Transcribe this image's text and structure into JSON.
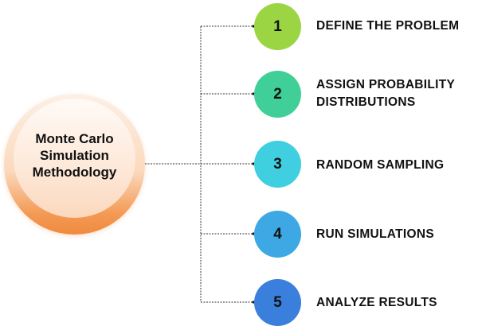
{
  "hub": {
    "title_lines": [
      "Monte Carlo",
      "Simulation",
      "Methodology"
    ],
    "color": "#f39a55"
  },
  "steps": [
    {
      "number": "1",
      "label_lines": [
        "DEFINE THE PROBLEM"
      ],
      "color": "#9bd544"
    },
    {
      "number": "2",
      "label_lines": [
        "ASSIGN PROBABILITY",
        "DISTRIBUTIONS"
      ],
      "color": "#3fcf97"
    },
    {
      "number": "3",
      "label_lines": [
        "RANDOM SAMPLING"
      ],
      "color": "#3fcfe0"
    },
    {
      "number": "4",
      "label_lines": [
        "RUN SIMULATIONS"
      ],
      "color": "#3da8e3"
    },
    {
      "number": "5",
      "label_lines": [
        "ANALYZE RESULTS"
      ],
      "color": "#3a7fdb"
    }
  ],
  "connector_color": "#333333"
}
